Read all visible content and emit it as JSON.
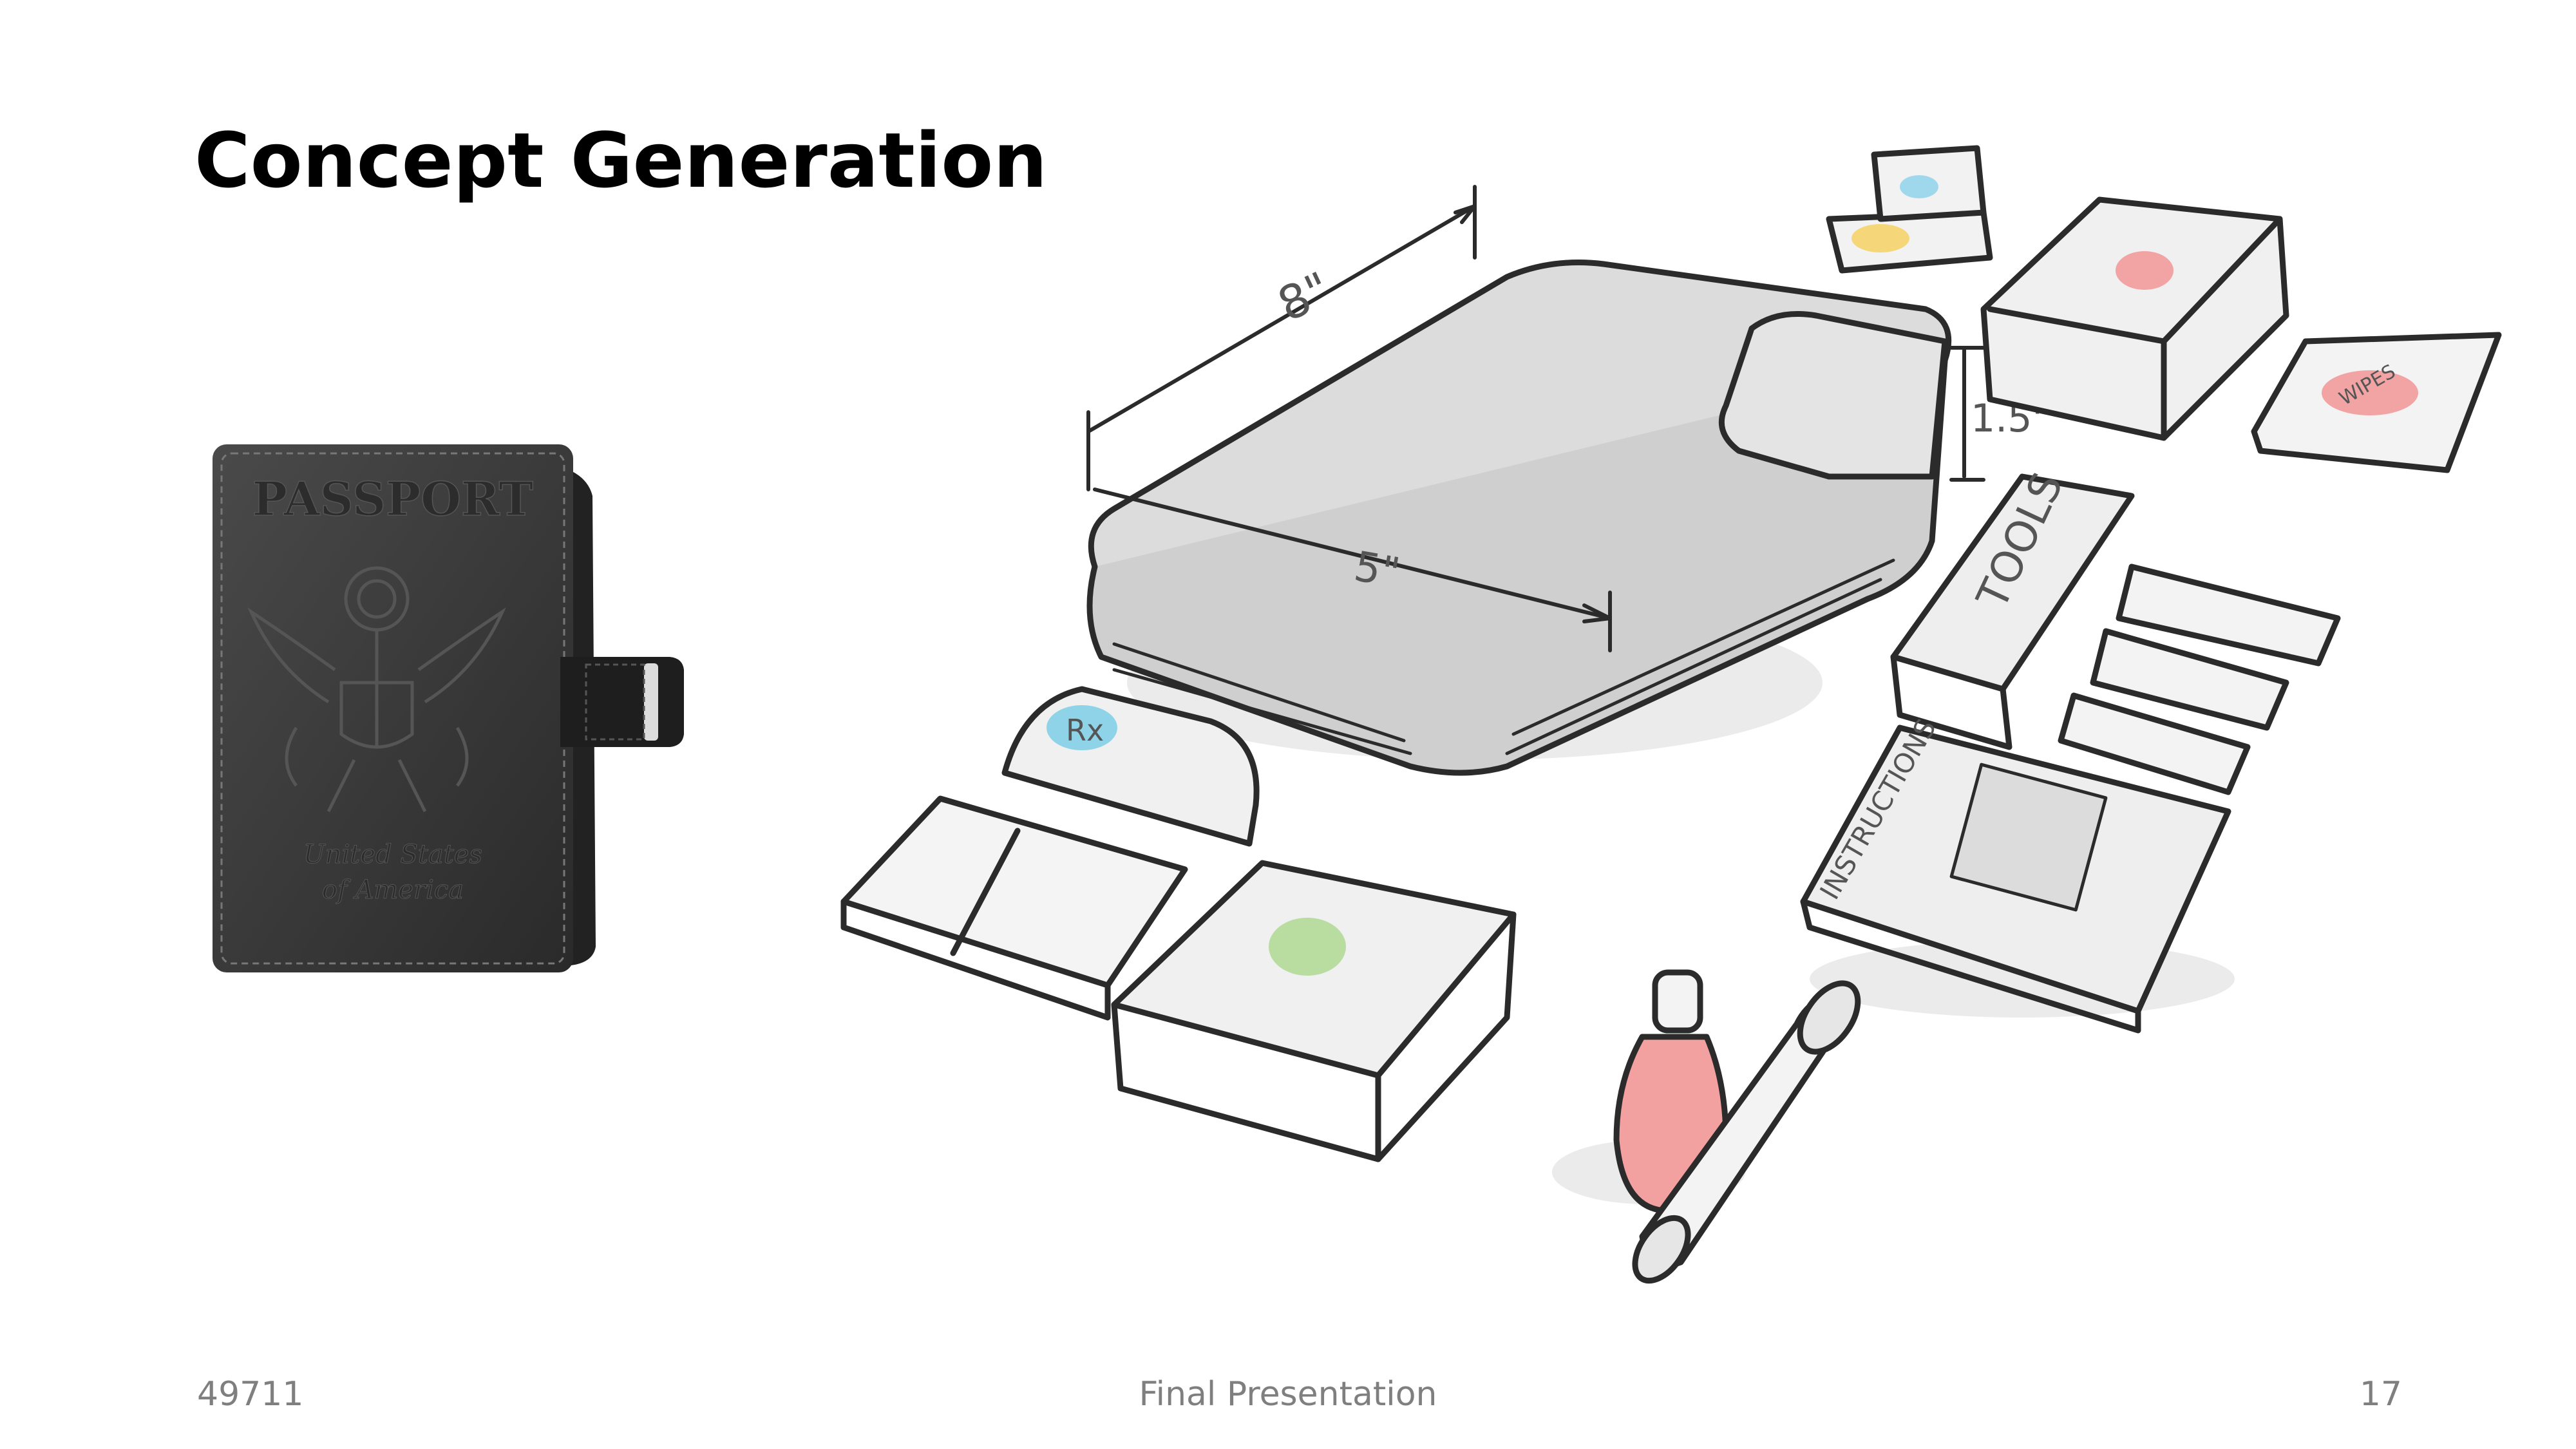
{
  "slide": {
    "title": "Concept Generation",
    "footer": {
      "left": "49711",
      "center": "Final Presentation",
      "right": "17"
    }
  },
  "passport_image": {
    "icon": "passport-wallet-photo",
    "emboss_title": "PASSPORT",
    "emboss_country_line1": "United States",
    "emboss_country_line2": "of America"
  },
  "sketch": {
    "icon": "travel-kit-sketch",
    "dimensions": {
      "length": "8\"",
      "width": "5\"",
      "height": "1.5\""
    },
    "labels": {
      "tools": "TOOLS",
      "instructions": "INSTRUCTIONS",
      "wipes": "WIPES",
      "rx": "Rx"
    },
    "colors": {
      "rx_marker": "#8fd3e8",
      "blue_tab": "#9fd8ec",
      "yellow_tab": "#f5d77a",
      "red_marker": "#f2a3a3",
      "green_marker": "#b9dca0",
      "bottle_fill": "#f2a0a0"
    }
  }
}
